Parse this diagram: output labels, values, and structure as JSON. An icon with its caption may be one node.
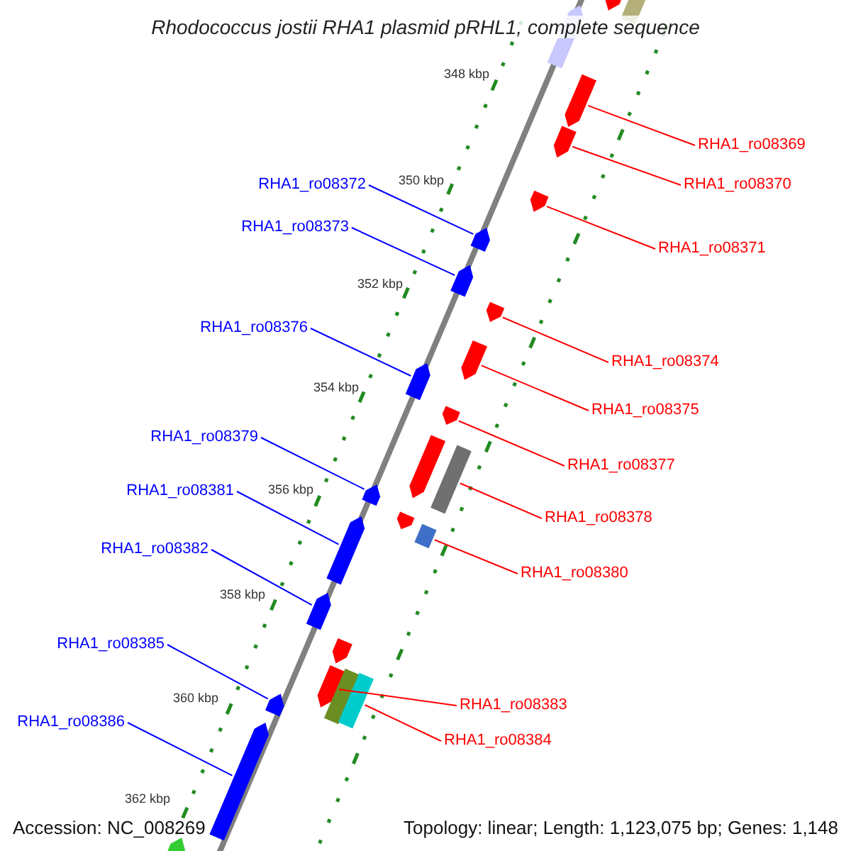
{
  "diagram": {
    "title": "Rhodococcus jostii RHA1 plasmid pRHL1, complete sequence",
    "nodes": [
      {
        "text": [
          "RHA1_ro08369"
        ]
      },
      {
        "text": [
          "RHA1_ro08370"
        ]
      },
      {
        "text": [
          "RHA1_ro08372"
        ]
      },
      {
        "text": [
          "RHA1_ro08373"
        ]
      },
      {
        "text": [
          "RHA1_ro08371"
        ]
      },
      {
        "text": [
          "RHA1_ro08376"
        ]
      },
      {
        "text": [
          "RHA1_ro08374"
        ]
      },
      {
        "text": [
          "RHA1_ro08375"
        ]
      },
      {
        "text": [
          "RHA1_ro08379"
        ]
      },
      {
        "text": [
          "RHA1_ro08377"
        ]
      },
      {
        "text": [
          "RHA1_ro08381"
        ]
      },
      {
        "text": [
          "RHA1_ro08378"
        ]
      },
      {
        "text": [
          "RHA1_ro08382"
        ]
      },
      {
        "text": [
          "RHA1_ro08380"
        ]
      },
      {
        "text": [
          "RHA1_ro08385"
        ]
      },
      {
        "text": [
          "RHA1_ro08383"
        ]
      },
      {
        "text": [
          "RHA1_ro08386"
        ]
      },
      {
        "text": [
          "RHA1_ro08384"
        ]
      },
      {
        "text": [],
        "shape": "arrow"
      },
      {
        "text": [],
        "shape": "arrow"
      },
      {
        "text": [],
        "shape": "arrow"
      },
      {
        "text": [],
        "shape": "arrow"
      },
      {
        "text": [],
        "shape": "arrow"
      },
      {
        "text": [],
        "shape": "arrow"
      },
      {
        "text": [],
        "shape": "arrow"
      },
      {
        "text": [],
        "shape": "arrow"
      },
      {
        "text": [],
        "shape": "arrow"
      },
      {
        "text": [],
        "shape": "arrow"
      },
      {
        "text": [],
        "shape": "arrow"
      },
      {
        "text": [],
        "shape": "arrow"
      },
      {
        "text": [],
        "shape": "arrow"
      },
      {
        "text": [],
        "shape": "box"
      },
      {
        "text": [],
        "shape": "arrow"
      },
      {
        "text": [],
        "shape": "arrow"
      },
      {
        "text": [],
        "shape": "box"
      },
      {
        "text": [],
        "shape": "arrow"
      },
      {
        "text": [],
        "shape": "arrow"
      },
      {
        "text": [],
        "shape": "arrow"
      },
      {
        "text": [],
        "shape": "arrow"
      },
      {
        "text": [],
        "shape": "box"
      },
      {
        "text": [],
        "shape": "box"
      },
      {
        "text": [],
        "shape": "arrow"
      },
      {
        "text": [],
        "shape": "arrow"
      },
      {
        "text": [],
        "shape": "arrow"
      }
    ],
    "edges": [
      {
        "from": 0,
        "to": 21,
        "arrow": "none"
      },
      {
        "from": 1,
        "to": 22,
        "arrow": "none"
      },
      {
        "from": 2,
        "to": 24,
        "arrow": "none",
        "color": "#0000ff"
      },
      {
        "from": 3,
        "to": 25,
        "arrow": "none",
        "color": "#0000ff"
      },
      {
        "from": 4,
        "to": 23,
        "arrow": "none"
      },
      {
        "from": 5,
        "to": 28,
        "arrow": "none",
        "color": "#0000ff"
      },
      {
        "from": 6,
        "to": 26,
        "arrow": "none"
      },
      {
        "from": 7,
        "to": 27,
        "arrow": "none"
      },
      {
        "from": 8,
        "to": 32,
        "arrow": "none",
        "color": "#0000ff"
      },
      {
        "from": 9,
        "to": 29,
        "arrow": "none"
      },
      {
        "from": 10,
        "to": 35,
        "arrow": "none",
        "color": "#0000ff"
      },
      {
        "from": 11,
        "to": 31,
        "arrow": "none"
      },
      {
        "from": 12,
        "to": 36,
        "arrow": "none",
        "color": "#0000ff"
      },
      {
        "from": 13,
        "to": 34,
        "arrow": "none"
      },
      {
        "from": 14,
        "to": 41,
        "arrow": "none",
        "color": "#0000ff"
      },
      {
        "from": 15,
        "to": 38,
        "arrow": "none"
      },
      {
        "from": 16,
        "to": 42,
        "arrow": "none",
        "color": "#0000ff"
      },
      {
        "from": 17,
        "to": 40,
        "arrow": "none"
      }
    ],
    "labels": [
      "348 kbp",
      "350 kbp",
      "352 kbp",
      "354 kbp",
      "356 kbp",
      "358 kbp",
      "360 kbp",
      "362 kbp",
      "Accession: NC_008269",
      "Topology: linear; Length: 1,123,075 bp; Genes: 1,148"
    ]
  }
}
